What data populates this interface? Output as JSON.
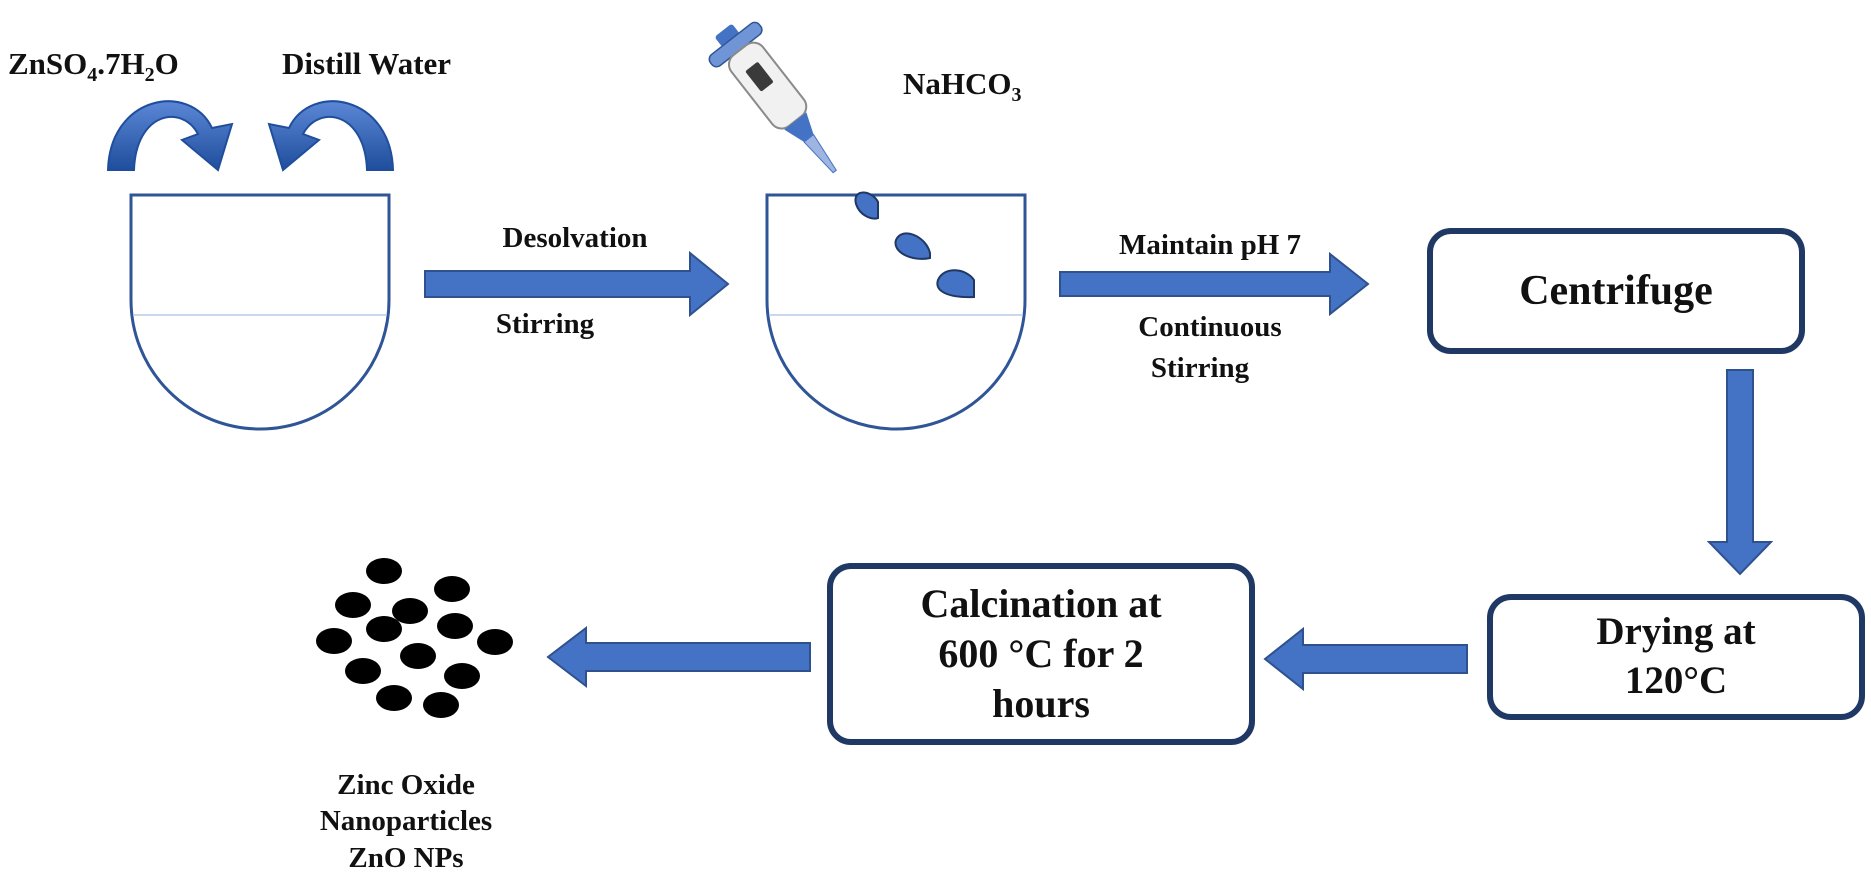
{
  "reagents": {
    "zinc_salt": {
      "main": "ZnSO",
      "sub1": "4",
      "mid": ".7H",
      "sub2": "2",
      "end": "O"
    },
    "water": "Distill Water",
    "bicarbonate": {
      "main": "NaHCO",
      "sub": "3"
    }
  },
  "steps": {
    "arrow1_top": "Desolvation",
    "arrow1_bottom": "Stirring",
    "arrow2_top": "Maintain pH 7",
    "arrow2_bottom_line1": "Continuous",
    "arrow2_bottom_line2": "Stirring"
  },
  "boxes": {
    "centrifuge": "Centrifuge",
    "drying": "Drying at\n120°C",
    "calcination": "Calcination at\n600 °C for 2\nhours"
  },
  "product": {
    "line1": "Zinc Oxide",
    "line2": "Nanoparticles",
    "line3": "ZnO NPs"
  },
  "colors": {
    "arrow_fill": "#4472c4",
    "arrow_edge": "#2f528f",
    "beaker_stroke": "#2f5597",
    "box_border": "#1f3864",
    "particle": "#000000"
  }
}
